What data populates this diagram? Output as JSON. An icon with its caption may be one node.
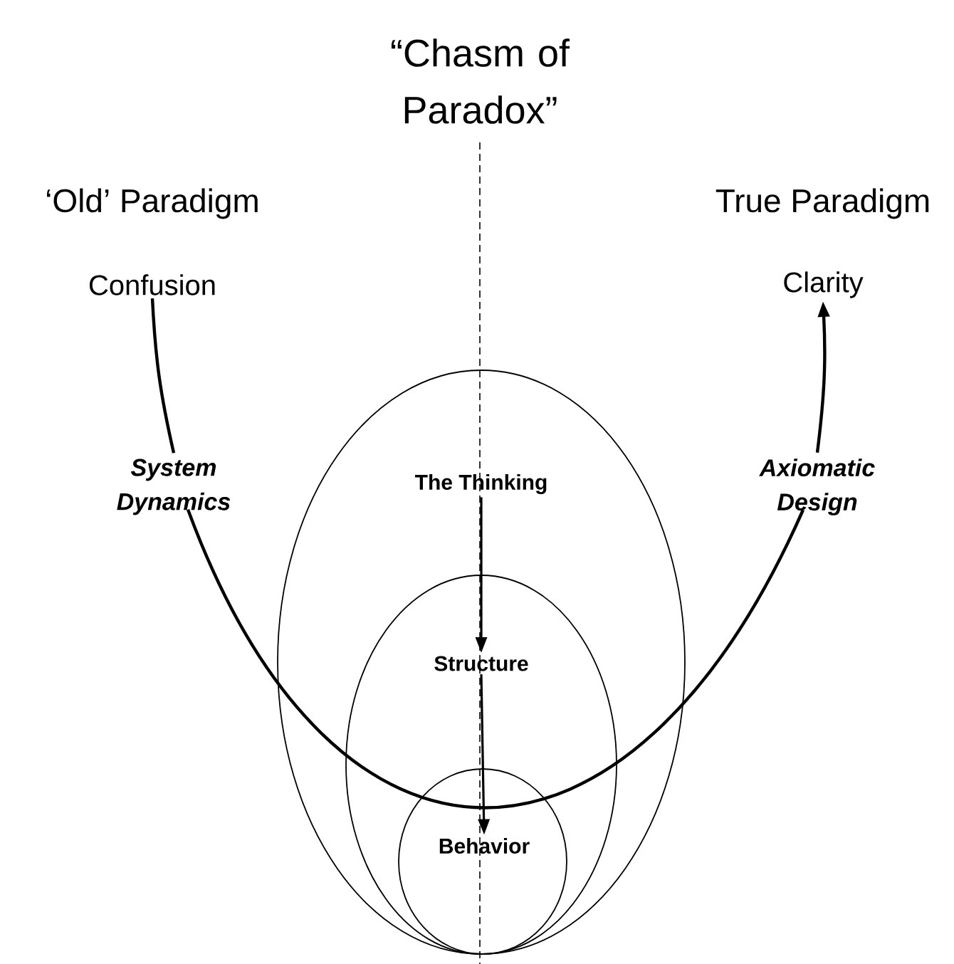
{
  "diagram": {
    "nodes": [
      {
        "text": [
          "Confusion"
        ]
      },
      {
        "text": [
          "Clarity"
        ]
      },
      {
        "text": [],
        "shape": "ellipse"
      },
      {
        "text": [
          "The Thinking"
        ],
        "in": 2
      },
      {
        "text": [],
        "shape": "ellipse",
        "in": 2
      },
      {
        "text": [
          "Structure"
        ],
        "in": 4
      },
      {
        "text": [],
        "shape": "ellipse",
        "in": 4
      },
      {
        "text": [
          "Behavior"
        ],
        "in": 6
      },
      {
        "text": [
          "System Dynamics"
        ]
      },
      {
        "text": [
          "Axiomatic Design"
        ]
      }
    ],
    "edges": [
      {
        "from": 0,
        "to": 8,
        "arrow": "none"
      },
      {
        "from": 8,
        "to": 9,
        "arrow": "none"
      },
      {
        "from": 9,
        "to": 1,
        "arrow": "to"
      },
      {
        "from": 3,
        "to": 5,
        "arrow": "to"
      },
      {
        "from": 5,
        "to": 7,
        "arrow": "to"
      }
    ],
    "labels": [
      "“Chasm of Paradox”",
      "‘Old’ Paradigm",
      "True Paradigm"
    ]
  }
}
